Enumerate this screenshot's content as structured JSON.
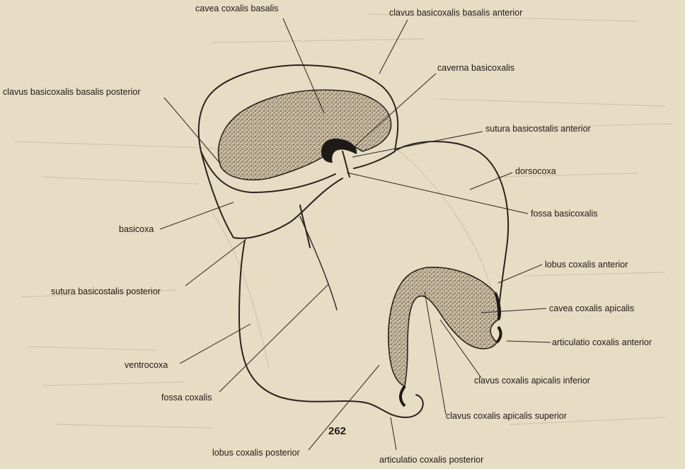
{
  "figure_number": "262",
  "labels": {
    "cavea_coxalis_basalis": "cavea coxalis basalis",
    "clavus_basicoxalis_basalis_anterior": "clavus basicoxalis basalis anterior",
    "caverna_basicoxalis": "caverna basicoxalis",
    "clavus_basicoxalis_basalis_posterior": "clavus basicoxalis basalis posterior",
    "sutura_basicostalis_anterior": "sutura basicostalis anterior",
    "dorsocoxa": "dorsocoxa",
    "fossa_basicoxalis": "fossa basicoxalis",
    "basicoxa": "basicoxa",
    "lobus_coxalis_anterior": "lobus coxalis anterior",
    "sutura_basicostalis_posterior": "sutura basicostalis posterior",
    "cavea_coxalis_apicalis": "cavea coxalis apicalis",
    "articulatio_coxalis_anterior": "articulatio coxalis anterior",
    "ventrocoxa": "ventrocoxa",
    "clavus_coxalis_apicalis_inferior": "clavus coxalis apicalis inferior",
    "fossa_coxalis": "fossa coxalis",
    "clavus_coxalis_apicalis_superior": "clavus coxalis apicalis superior",
    "lobus_coxalis_posterior": "lobus coxalis posterior",
    "articulatio_coxalis_posterior": "articulatio coxalis posterior"
  },
  "colors": {
    "paper": "#e7dcc4",
    "ink": "#2a241f",
    "stipple": "#c9bb9f"
  }
}
